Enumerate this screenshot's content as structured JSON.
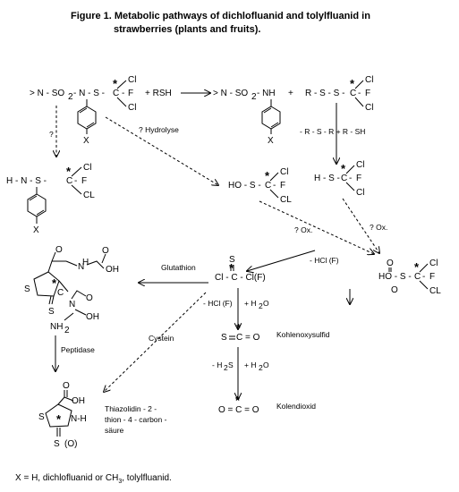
{
  "figure": {
    "title_line1": "Figure 1.  Metabolic pathways of dichlofluanid and tolylfluanid in",
    "title_line2": "strawberries  (plants and fruits)."
  },
  "atoms": {
    "Cl": "Cl",
    "CL": "CL",
    "F": "F",
    "C": "C",
    "S": "S",
    "N": "N",
    "H": "H",
    "O": "O",
    "X": "X",
    "star": "*",
    "minus": "-",
    "eq": "=",
    "two": "2"
  },
  "formulas": {
    "parent_left": "> N - SO",
    "parent_mid": "- N - S -",
    "rsh": "+  RSH",
    "prod_left": "> N - SO",
    "prod_nh": "- NH",
    "plus": "+",
    "rss": "R - S - S -",
    "hn": "H - N - S -",
    "hos": "HO - S -",
    "hs": "H - S -",
    "hos2": "HO - S -",
    "thiophosgene_left": "Cl - C - Cl(F)",
    "cos_s": "S",
    "cos_rest": "C = O",
    "co2": "O = C = O",
    "glut_nh": "H",
    "glut_oh": "OH",
    "glut_o": "O",
    "glut_nh2": "NH",
    "glut_oh2": "OH",
    "thia_oh": "OH",
    "thia_nh": "N-H",
    "thia_o": "O",
    "thia_s": "S",
    "thia_sub": "(O)"
  },
  "labels": {
    "q_left": "?",
    "hydrolyse": "? Hydrolyse",
    "rsr": "- R - S - R  +  R - SH",
    "ox1": "? Ox.",
    "ox2": "? Ox.",
    "hcl_f": "- HCl (F)",
    "glutathion": "Glutathion",
    "hcl_f2": "- HCl (F)",
    "h2o": "+ H",
    "h2o_o": "O",
    "cystein": "Cystein",
    "peptidase": "Peptidase",
    "h2s": "- H",
    "h2s_s": "S",
    "h2o_2": "+ H",
    "h2o_2o": "O",
    "kohlenoxysulfid": "Kohlenoxysulfid",
    "kolendioxid": "Kolendioxid",
    "thiazolidin_1": "Thiazolidin - 2 -",
    "thiazolidin_2": "thion - 4 - carbon -",
    "thiazolidin_3": "säure"
  },
  "footnote": {
    "pre": "X  =  H,  dichlofluanid  or  CH",
    "sub": "3",
    "post": ",  tolylfluanid."
  }
}
